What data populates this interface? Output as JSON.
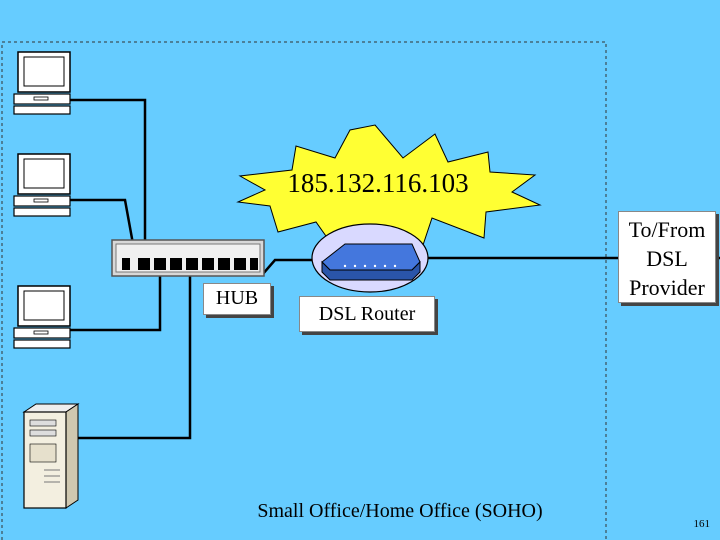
{
  "diagram": {
    "ip_address": "185.132.116.103",
    "hub_label": "HUB",
    "router_label": "DSL Router",
    "provider_label": "To/From DSL Provider",
    "caption": "Small Office/Home Office (SOHO)",
    "page_number": "161"
  },
  "colors": {
    "background": "#66ccff",
    "starburst": "#ffff33",
    "hub": "#dddddd",
    "router": "#3366cc",
    "line": "#000000"
  },
  "icons": [
    "desktop-computer-icon",
    "desktop-computer-icon",
    "desktop-computer-icon",
    "tower-server-icon",
    "hub-icon",
    "dsl-router-icon"
  ]
}
